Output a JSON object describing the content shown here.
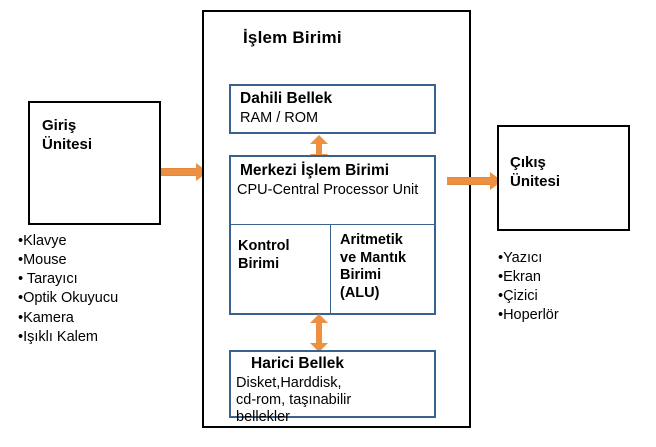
{
  "diagram": {
    "input_unit": {
      "title": "Giriş\nÜnitesi",
      "items": [
        "•Klavye",
        "•Mouse",
        "• Tarayıcı",
        "•Optik Okuyucu",
        "•Kamera",
        "•Işıklı Kalem"
      ]
    },
    "processing_unit": {
      "title": "İşlem Birimi",
      "internal_memory": {
        "title": "Dahili Bellek",
        "subtitle": "RAM / ROM"
      },
      "cpu": {
        "title": "Merkezi İşlem Birimi",
        "subtitle": "CPU-Central Processor Unit",
        "control_unit": "Kontrol\nBirimi",
        "alu": "Aritmetik\nve Mantık\nBirimi\n(ALU)"
      },
      "external_memory": {
        "title": "Harici Bellek",
        "line1": "Disket,Harddisk,",
        "line2": " cd-rom, taşınabilir",
        "line3": "bellekler"
      }
    },
    "output_unit": {
      "title": "Çıkış\nÜnitesi",
      "items": [
        "•Yazıcı",
        "•Ekran",
        "•Çizici",
        "•Hoperlör"
      ]
    },
    "colors": {
      "arrow": "#ED9041",
      "inner_border": "#3A628F",
      "outer_border": "#000000",
      "text": "#000000",
      "background": "#FFFFFF"
    }
  }
}
